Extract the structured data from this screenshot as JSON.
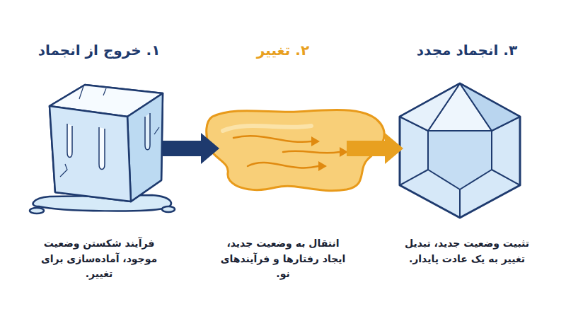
{
  "diagram": {
    "nodes": [
      {
        "text": [
          "۱. خروج از انجماد",
          "فرآیند شکستن وضعیت موجود، آماده‌سازی برای تغییر."
        ]
      },
      {
        "text": [
          "۲. تغییر",
          "انتقال به وضعیت جدید، ایجاد رفتارها و فرآیندهای نو."
        ]
      },
      {
        "text": [
          "۳. انجماد مجدد",
          "تثبیت وضعیت جدید، تبدیل تغییر به یک عادت پایدار."
        ]
      }
    ],
    "edges": [
      {
        "from": 0,
        "to": 1,
        "arrow": "to"
      },
      {
        "from": 1,
        "to": 2,
        "arrow": "to"
      }
    ]
  }
}
